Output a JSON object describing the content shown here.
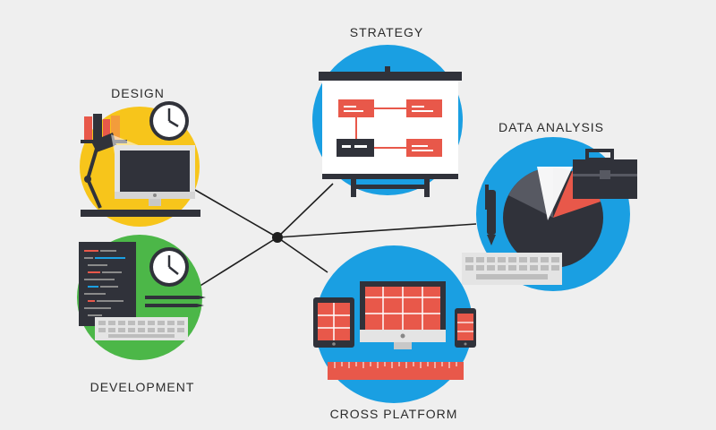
{
  "labels": {
    "strategy": "STRATEGY",
    "design": "DESIGN",
    "data_analysis": "DATA ANALYSIS",
    "development": "DEVELOPMENT",
    "cross_platform": "CROSS PLATFORM"
  },
  "colors": {
    "background": "#efefef",
    "blue": "#1a9fe2",
    "yellow": "#f7c51b",
    "green": "#4cb748",
    "red_accent": "#e8584a",
    "dark": "#30323a",
    "light_gray": "#e4e4e4"
  }
}
